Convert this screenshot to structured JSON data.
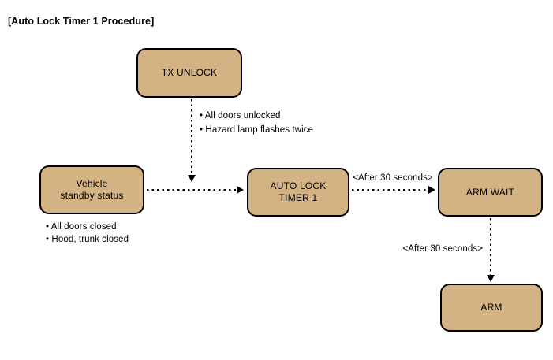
{
  "title": "[Auto Lock Timer 1 Procedure]",
  "colors": {
    "box_fill": "#D3B284",
    "box_border": "#000000",
    "canvas_bg": "#FFFFFF",
    "text": "#000000",
    "arrow": "#000000"
  },
  "nodes": {
    "tx_unlock": {
      "lines": [
        "TX UNLOCK"
      ]
    },
    "vehicle_standby": {
      "lines": [
        "Vehicle",
        "standby status"
      ]
    },
    "auto_lock_timer1": {
      "lines": [
        "AUTO LOCK",
        "TIMER 1"
      ]
    },
    "arm_wait": {
      "lines": [
        "ARM WAIT"
      ]
    },
    "arm": {
      "lines": [
        "ARM"
      ]
    }
  },
  "notes": {
    "tx_unlock_effects": [
      "• All doors unlocked",
      "• Hazard lamp flashes twice"
    ],
    "vehicle_conditions": [
      "• All doors closed",
      "• Hood, trunk closed"
    ]
  },
  "edge_labels": {
    "timer_to_armwait": "<After 30 seconds>",
    "armwait_to_arm": "<After 30 seconds>"
  }
}
